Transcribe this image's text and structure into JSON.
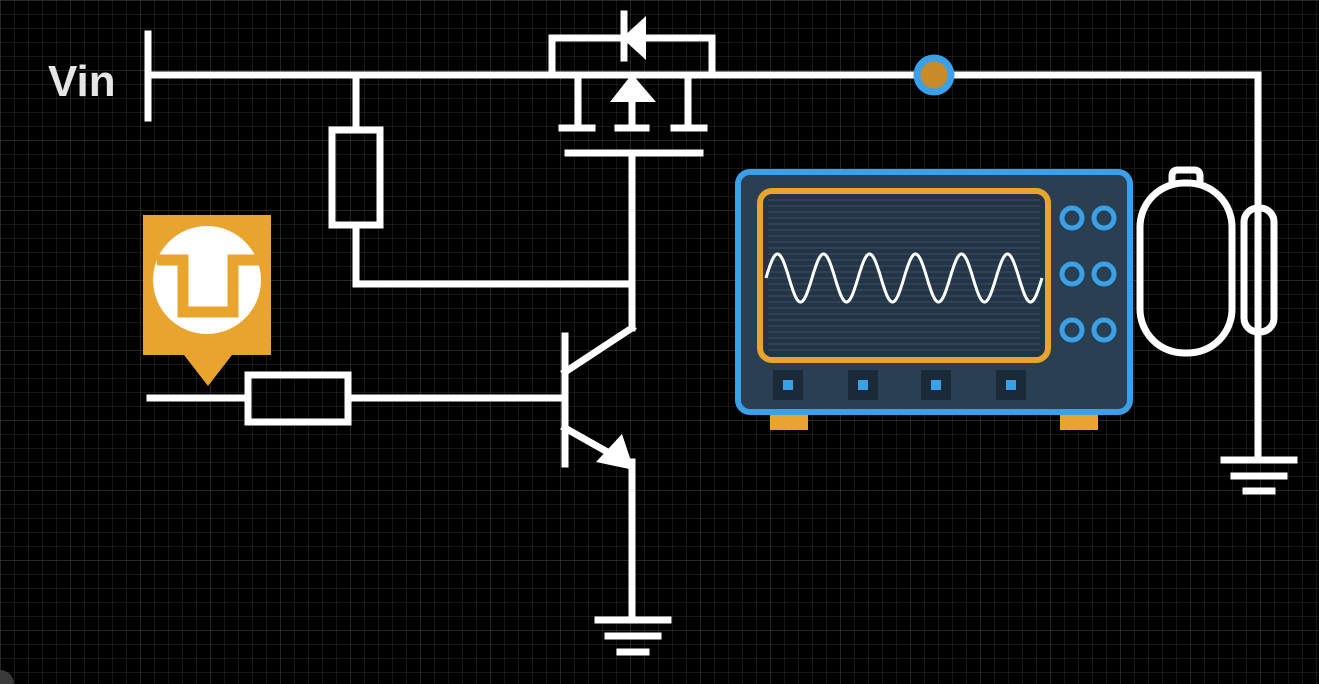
{
  "labels": {
    "vin": "Vin"
  },
  "icons": {
    "brand": "function-generator-pulse-icon",
    "scope": "oscilloscope-icon",
    "load": "load-bulb-icon"
  },
  "colors": {
    "background": "#000000",
    "grid": "#3a3a3a",
    "wire": "#ffffff",
    "accent_orange": "#e8a42c",
    "accent_blue": "#3aa0e8",
    "scope_body": "#2b3f52",
    "scope_screen": "#223446",
    "node_fill": "#c98a2a"
  },
  "oscilloscope": {
    "waveform": "sine",
    "cycles": 6
  }
}
